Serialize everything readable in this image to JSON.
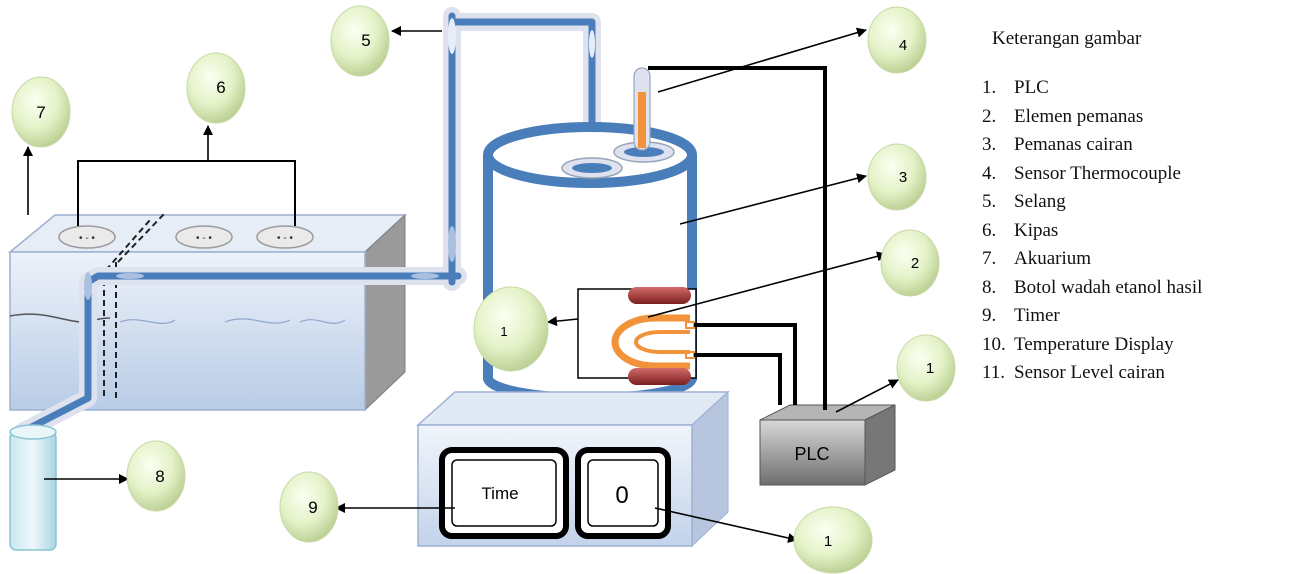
{
  "markers": {
    "m1_left": "1",
    "m1_right": "1",
    "m1_bottom": "1",
    "m2": "2",
    "m3": "3",
    "m4": "4",
    "m5": "5",
    "m6": "6",
    "m7": "7",
    "m8": "8",
    "m9": "9"
  },
  "devices": {
    "plc_label": "PLC",
    "timer_label": "Time",
    "display_value": "0"
  },
  "legend": {
    "title": "Keterangan gambar",
    "items": [
      {
        "num": "1.",
        "label": "PLC"
      },
      {
        "num": "2.",
        "label": "Elemen pemanas"
      },
      {
        "num": "3.",
        "label": "Pemanas cairan"
      },
      {
        "num": "4.",
        "label": "Sensor Thermocouple"
      },
      {
        "num": "5.",
        "label": "Selang"
      },
      {
        "num": "6.",
        "label": "Kipas"
      },
      {
        "num": "7.",
        "label": "Akuarium"
      },
      {
        "num": "8.",
        "label": "Botol wadah etanol hasil"
      },
      {
        "num": "9.",
        "label": "Timer"
      },
      {
        "num": "10.",
        "label": "Temperature Display"
      },
      {
        "num": "11.",
        "label": "Sensor Level cairan"
      }
    ]
  },
  "colors": {
    "pipe": "#4a7ebb",
    "pipe_halo": "#dde2ee",
    "tank_fill": "#d6e2f2",
    "marker_fill": "#dff0c0",
    "heater_orange": "#f2923a",
    "plc_fill": "#8c8c8c"
  }
}
